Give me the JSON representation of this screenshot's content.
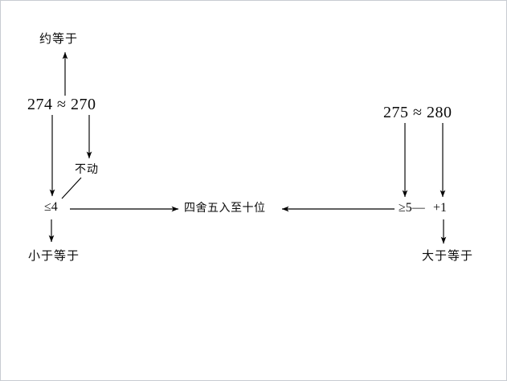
{
  "diagram": {
    "title": "四舍五入至十位",
    "type": "flow-diagram",
    "background_color": "#ffffff",
    "stroke_color": "#000000",
    "border_color": "#c8ccd2",
    "nodes": {
      "approx_equal_label": "约等于",
      "example_round_down": "274 ≈ 270",
      "no_change_label": "不动",
      "condition_le4": "≤4",
      "less_equal_label": "小于等于",
      "center_rule": "四舍五入至十位",
      "example_round_up": "275 ≈ 280",
      "condition_ge5": "≥5",
      "dash_connector": "—",
      "plus_one": "+1",
      "greater_equal_label": "大于等于"
    },
    "edges": [
      {
        "id": "e1",
        "from": "example_round_down",
        "to": "approx_equal_label",
        "direction": "up",
        "style": "arrow"
      },
      {
        "id": "e2",
        "from": "example_round_down",
        "to": "condition_le4",
        "direction": "down",
        "style": "arrow"
      },
      {
        "id": "e3",
        "from": "example_round_down",
        "to": "no_change_label",
        "direction": "down",
        "style": "arrow"
      },
      {
        "id": "e4",
        "from": "no_change_label",
        "to": "condition_le4",
        "direction": "down-left",
        "style": "line"
      },
      {
        "id": "e5",
        "from": "condition_le4",
        "to": "center_rule",
        "direction": "right",
        "style": "arrow"
      },
      {
        "id": "e6",
        "from": "condition_le4",
        "to": "less_equal_label",
        "direction": "down",
        "style": "arrow"
      },
      {
        "id": "e7",
        "from": "condition_ge5",
        "to": "center_rule",
        "direction": "left",
        "style": "arrow"
      },
      {
        "id": "e8",
        "from": "example_round_up",
        "to": "condition_ge5",
        "direction": "down",
        "style": "arrow"
      },
      {
        "id": "e9",
        "from": "example_round_up",
        "to": "plus_one",
        "direction": "down",
        "style": "arrow"
      },
      {
        "id": "e10",
        "from": "plus_one",
        "to": "greater_equal_label",
        "direction": "down",
        "style": "arrow"
      }
    ]
  }
}
